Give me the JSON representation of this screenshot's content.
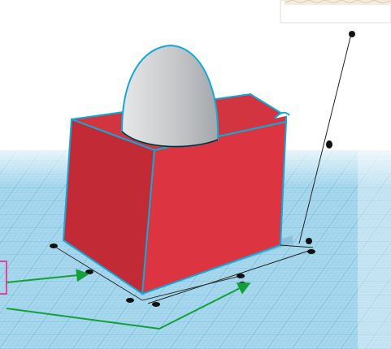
{
  "scene": {
    "background_color": "#ffffff",
    "workplane_color": "#9fd2ea",
    "grid_line_color": "#6fb6d8",
    "box_color": "#d8323c",
    "box_selected_outline_color": "#12a8d8",
    "cone_color": "#c7c9cb",
    "handle_color": "#111111",
    "ruler_line_color": "#222222",
    "annotation_arrow_color": "#13a03a",
    "annotation_box_color": "#e8439a",
    "preview_thumbnail_color": "#f3ece2"
  },
  "objects": {
    "box_label": "box",
    "cone_label": "paraboloid"
  },
  "icons": {
    "resize_handle": "ellipse-dot",
    "height_handle": "ellipse-dot",
    "annotation_arrow": "green-arrow"
  }
}
